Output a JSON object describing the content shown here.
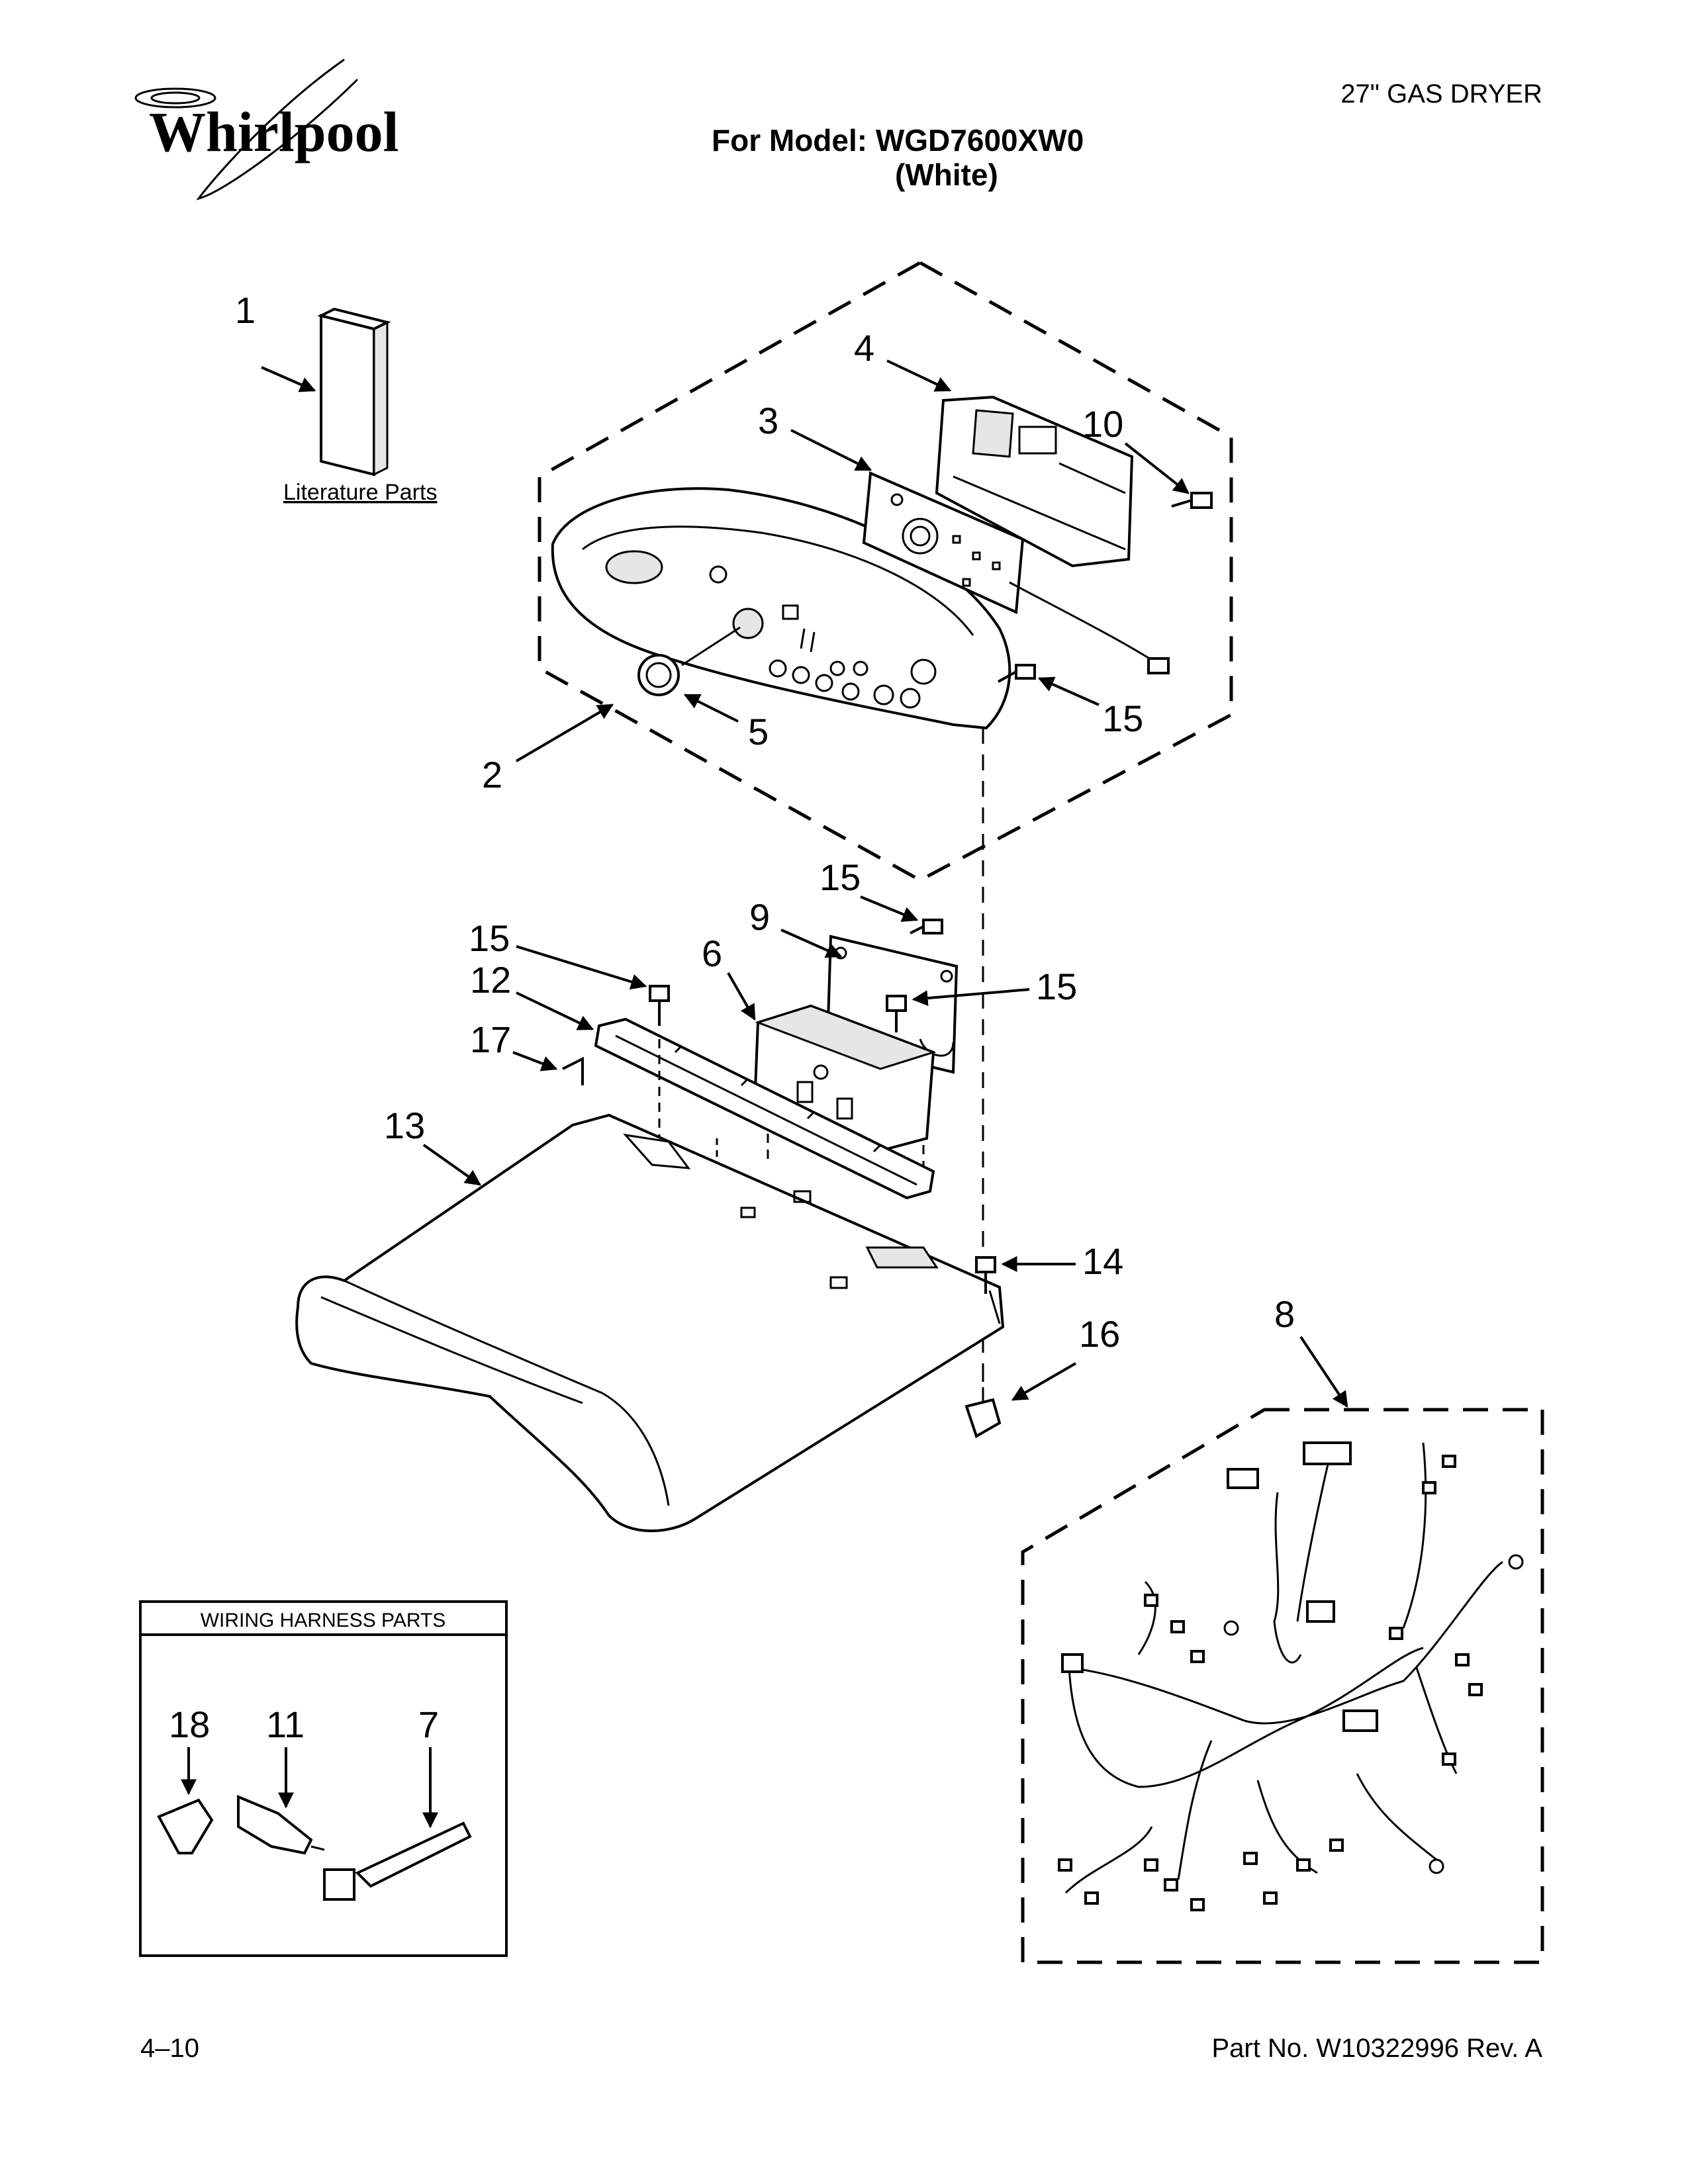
{
  "header": {
    "brand": "Whirlpool",
    "product": "27\" GAS DRYER",
    "model_line": "For Model: WGD7600XW0",
    "color_line": "(White)"
  },
  "literature_label": "Literature Parts",
  "wiring_box_title": "WIRING HARNESS PARTS",
  "callouts": {
    "c1": "1",
    "c2": "2",
    "c3": "3",
    "c4": "4",
    "c5": "5",
    "c6": "6",
    "c7": "7",
    "c8": "8",
    "c9": "9",
    "c10": "10",
    "c11": "11",
    "c12": "12",
    "c13": "13",
    "c14": "14",
    "c15a": "15",
    "c15b": "15",
    "c15c": "15",
    "c15d": "15",
    "c16": "16",
    "c17": "17",
    "c18": "18"
  },
  "footer": {
    "page": "4–10",
    "part_no": "Part No. W10322996 Rev. A"
  }
}
